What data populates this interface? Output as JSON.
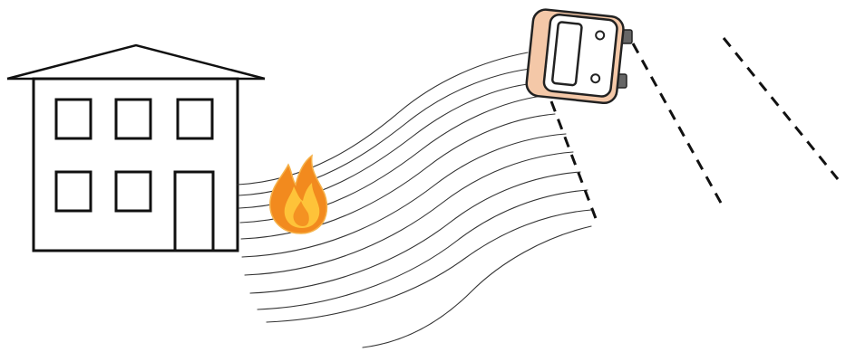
{
  "colors": {
    "background": "#ffffff",
    "line": "#111111",
    "wave_line": "#333333",
    "car_body": "#f4c8a8",
    "car_outline": "#222222",
    "car_cabin": "#ffffff",
    "wheel": "#666666",
    "flame_outer": "#f28a1e",
    "flame_inner": "#ffc93c"
  },
  "icons": {
    "house": "house-icon",
    "fire": "fire-icon",
    "car": "car-icon",
    "road_marking": "dashed-line"
  },
  "scene": {
    "house_windows": 5,
    "house_doors": 1,
    "wave_lines": 10,
    "dashed_lines": 3
  }
}
